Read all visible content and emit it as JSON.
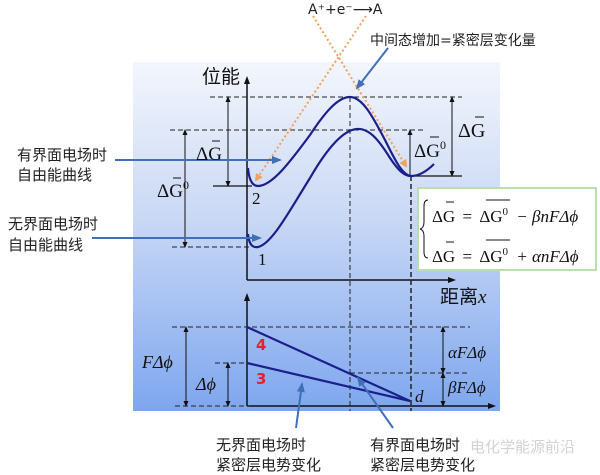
{
  "reaction": {
    "label": "A⁺+e⁻⟶A"
  },
  "annotations": {
    "transition_state": "中间态增加=紧密层变化量"
  },
  "top_graph": {
    "y_axis_label": "位能",
    "x_axis_label": "距离",
    "x_axis_var": "x",
    "curve_labels": {
      "with_field": "2",
      "without_field": "1"
    },
    "left_labels": {
      "with_field_line1": "有界面电场时",
      "with_field_line2": "自由能曲线",
      "without_field_line1": "无界面电场时",
      "without_field_line2": "自由能曲线"
    },
    "delta_labels": {
      "dG_back": "ΔG",
      "dG0_back": "ΔG",
      "dG0_back_sup": "0",
      "dG_fwd": "ΔG",
      "dG0_fwd": "ΔG",
      "dG0_fwd_sup": "0"
    }
  },
  "equations": {
    "eq1_lhs": "ΔG",
    "eq1_eq": "=",
    "eq1_rhs_term": "ΔG",
    "eq1_rhs_sup": "0",
    "eq1_rest": "− βnFΔϕ",
    "eq2_lhs": "ΔG",
    "eq2_eq": "=",
    "eq2_rhs_term": "ΔG",
    "eq2_rhs_sup": "0",
    "eq2_rest": "+ αnFΔϕ"
  },
  "bottom_graph": {
    "line_labels": {
      "with_field": "4",
      "without_field": "3"
    },
    "d_label": "d",
    "left_labels": {
      "total": "FΔϕ",
      "partial": "Δϕ"
    },
    "right_labels": {
      "alpha": "αFΔϕ",
      "beta": "βFΔϕ"
    },
    "bottom_labels": {
      "without_line1": "无界面电场时",
      "without_line2": "紧密层电势变化",
      "with_line1": "有界面电场时",
      "with_line2": "紧密层电势变化"
    }
  },
  "watermark": "电化学能源前沿",
  "colors": {
    "curve": "#1a1f8c",
    "pointer": "#3e6fb8",
    "orange_dots": "#f0a060",
    "panel_top": "#f3f6fc",
    "panel_bottom": "#7ea6ee",
    "eq_border": "#b8e0a8",
    "red_label": "#e8202a"
  }
}
